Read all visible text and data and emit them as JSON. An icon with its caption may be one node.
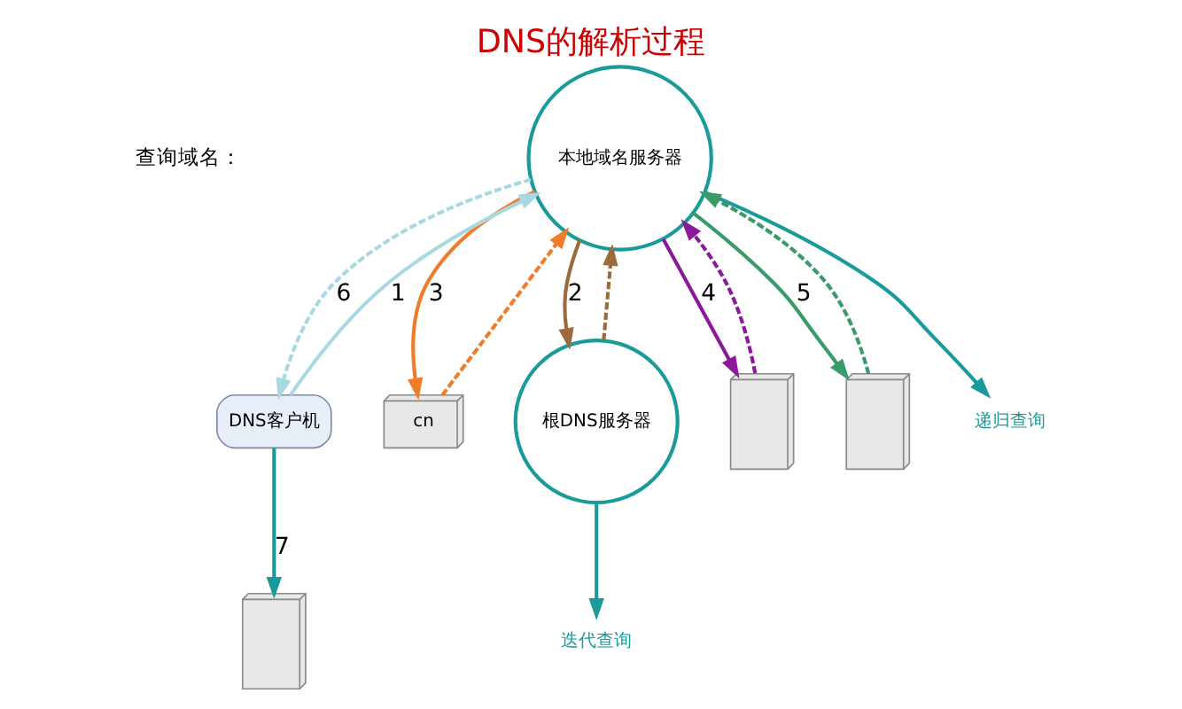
{
  "diagram": {
    "title": "DNS的解析过程",
    "nodes": [
      {
        "text": [
          "本地域名服务器"
        ]
      },
      {
        "text": [
          "递归查询"
        ]
      },
      {
        "text": [
          "根DNS服务器"
        ]
      },
      {
        "text": [
          "DNS客户机"
        ]
      },
      {
        "text": [
          "迭代查询"
        ]
      },
      {
        "text": [
          "cn"
        ]
      },
      {
        "text": [],
        "shape": "picture"
      },
      {
        "text": [],
        "shape": "picture"
      },
      {
        "text": [],
        "shape": "picture"
      }
    ],
    "edges": [
      {
        "from": 3,
        "to": 0,
        "arrow": "to",
        "label": "1",
        "color": "#a8d8e0"
      },
      {
        "from": 0,
        "to": 2,
        "arrow": "to",
        "label": "2",
        "color": "#9c6b3a"
      },
      {
        "from": 2,
        "to": 0,
        "arrow": "to",
        "style": "dashed",
        "color": "#9c6b3a"
      },
      {
        "from": 0,
        "to": 5,
        "arrow": "to",
        "label": "3",
        "color": "#f07c2a"
      },
      {
        "from": 5,
        "to": 0,
        "arrow": "to",
        "style": "dashed",
        "color": "#f07c2a"
      },
      {
        "from": 0,
        "to": 6,
        "arrow": "to",
        "label": "4",
        "color": "#8b1a9a"
      },
      {
        "from": 6,
        "to": 0,
        "arrow": "to",
        "style": "dashed",
        "color": "#8b1a9a"
      },
      {
        "from": 0,
        "to": 7,
        "arrow": "to",
        "label": "5",
        "color": "#3a9a6a"
      },
      {
        "from": 7,
        "to": 0,
        "arrow": "to",
        "style": "dashed",
        "color": "#3a9a6a"
      },
      {
        "from": 0,
        "to": 3,
        "arrow": "to",
        "label": "6",
        "style": "dashed",
        "color": "#a8d8e0"
      },
      {
        "from": 3,
        "to": 8,
        "arrow": "to",
        "label": "7",
        "color": "#1a9a9a"
      },
      {
        "from": 0,
        "to": 1,
        "arrow": "to",
        "color": "#1a9a9a"
      },
      {
        "from": 2,
        "to": 4,
        "arrow": "to",
        "color": "#1a9a9a"
      }
    ],
    "labels": [
      "查询域名："
    ]
  }
}
